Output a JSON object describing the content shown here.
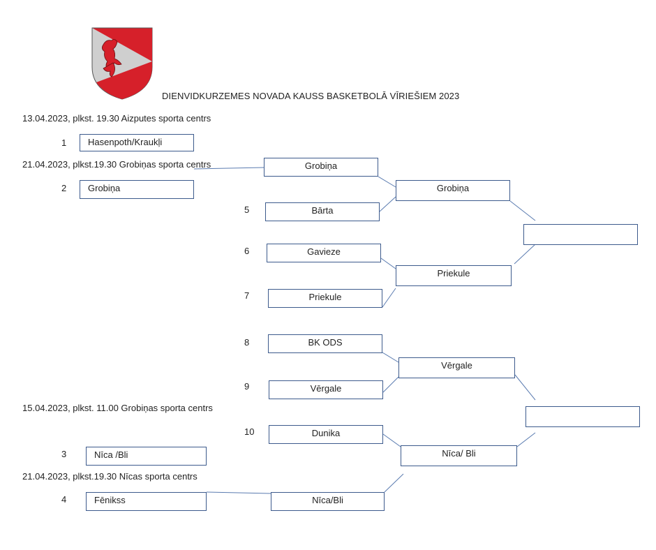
{
  "title": "DIENVIDKURZEMES NOVADA KAUSS BASKETBOLĀ VĪRIEŠIEM  2023",
  "crest": {
    "colors": {
      "red": "#d6202a",
      "grey": "#cfcfcf",
      "lion": "#d6202a"
    }
  },
  "schedule": [
    "13.04.2023, plkst. 19.30 Aizputes sporta centrs",
    "21.04.2023, plkst.19.30 Grobiņas sporta centrs",
    "15.04.2023, plkst. 11.00 Grobiņas sporta centrs",
    "21.04.2023, plkst.19.30 Nīcas sporta centrs"
  ],
  "seeds": [
    "1",
    "2",
    "3",
    "4",
    "5",
    "6",
    "7",
    "8",
    "9",
    "10"
  ],
  "prelim": [
    "Hasenpoth/Kraukļi",
    "Grobiņa",
    "Nīca /Bli",
    "Fēnikss"
  ],
  "round1": {
    "grobina": "Grobiņa",
    "barta": "Bārta",
    "gavieze": "Gavieze",
    "priekule": "Priekule",
    "bkods": "BK ODS",
    "vergale": "Vērgale",
    "dunika": "Dunika",
    "nica": "Nīca/Bli"
  },
  "round2": [
    "Grobiņa",
    "Priekule",
    "Vērgale",
    "Nīca/ Bli"
  ],
  "semis": [
    "",
    ""
  ],
  "line_color": "#5a7bb0"
}
